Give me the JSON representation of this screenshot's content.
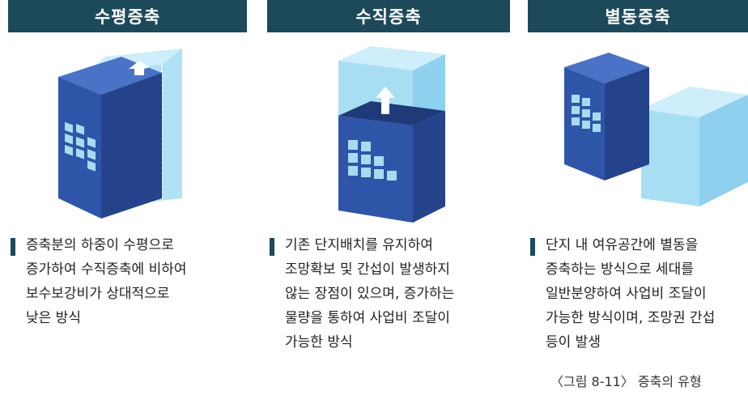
{
  "columns": [
    {
      "title": "수평증축",
      "lines": [
        "증축분의 하중이 수평으로",
        "증가하여 수직증축에 비하여",
        "보수보강비가 상대적으로",
        "낮은 방식"
      ]
    },
    {
      "title": "수직증축",
      "lines": [
        "기존 단지배치를 유지하여",
        "조망확보 및 간섭이 발생하지",
        "않는 장점이 있으며, 증가하는",
        "물량을 통하여 사업비 조달이",
        "가능한 방식"
      ]
    },
    {
      "title": "별동증축",
      "lines": [
        "단지 내 여유공간에 별동을",
        "증축하는 방식으로 세대를",
        "일반분양하여 사업비 조달이",
        "가능한 방식이며, 조망권 간섭",
        "등이 발생"
      ]
    }
  ],
  "caption": "〈그림 8-11〉 증축의 유형",
  "colors": {
    "header": "#1c4a5a",
    "building_front": "#2f55a8",
    "building_side": "#24438a",
    "building_top": "#4a72c6",
    "window": "#a7dcf0",
    "extension": "#9fd9f2",
    "extension_side": "#7fc8eb"
  }
}
